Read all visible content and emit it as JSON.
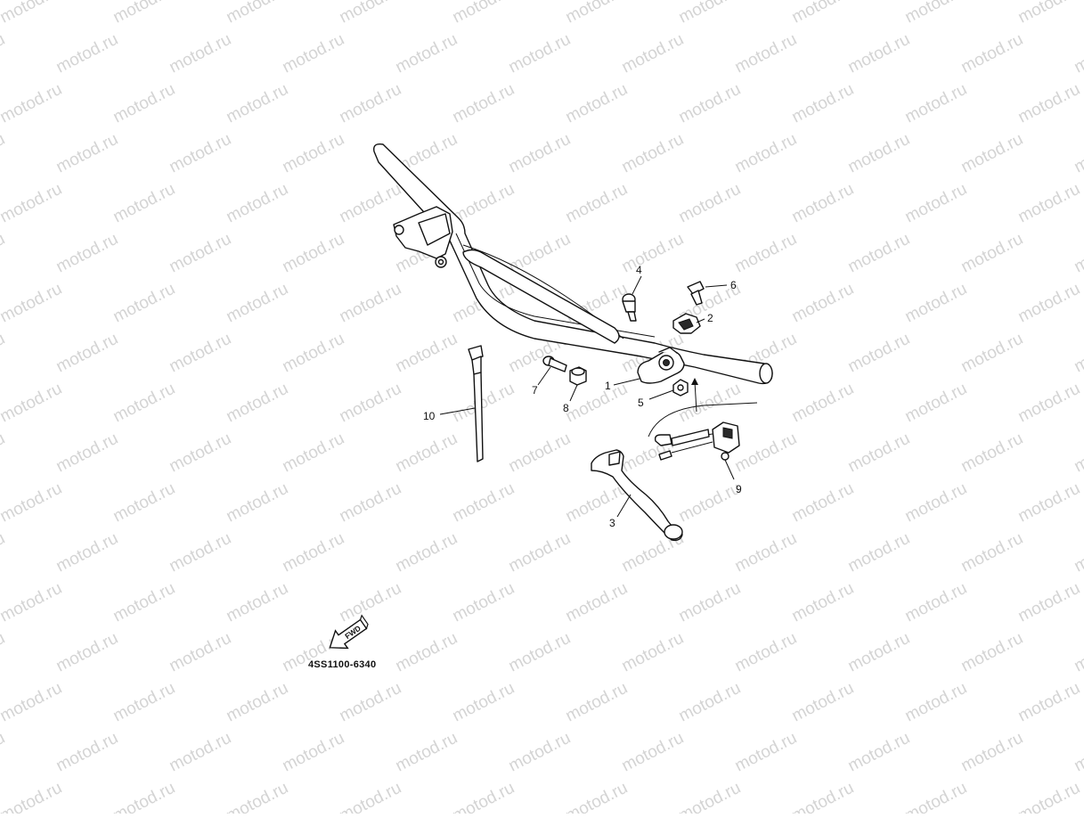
{
  "watermark": {
    "text": "motod.ru",
    "color": "#d4d4d4"
  },
  "diagram_code": "4SS1100-6340",
  "fwd_label": "FWD",
  "callouts": [
    {
      "id": "1",
      "label": "1"
    },
    {
      "id": "2",
      "label": "2"
    },
    {
      "id": "3",
      "label": "3"
    },
    {
      "id": "4",
      "label": "4"
    },
    {
      "id": "5",
      "label": "5"
    },
    {
      "id": "6",
      "label": "6"
    },
    {
      "id": "7",
      "label": "7"
    },
    {
      "id": "8",
      "label": "8"
    },
    {
      "id": "9",
      "label": "9"
    },
    {
      "id": "10",
      "label": "10"
    }
  ]
}
